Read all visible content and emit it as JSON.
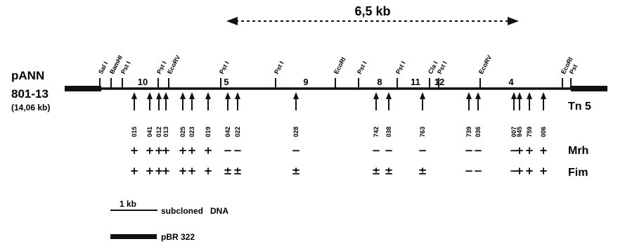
{
  "span": {
    "label": "6,5 kb"
  },
  "plasmid": {
    "name": "pANN",
    "strain": "801-13",
    "size": "(14,06 kb)"
  },
  "sites": [
    {
      "label": "SalI",
      "shown": "Sal I"
    },
    {
      "label": "BamHI",
      "shown": "BamHI"
    },
    {
      "label": "PstI",
      "shown": "Pst I"
    },
    {
      "label": "PstI",
      "shown": "Pst I"
    },
    {
      "label": "EcoRV",
      "shown": "EcoRV"
    },
    {
      "label": "PstI",
      "shown": "Pst I"
    },
    {
      "label": "PstI",
      "shown": "Pst I"
    },
    {
      "label": "EcoRI",
      "shown": "EcoRI"
    },
    {
      "label": "PstI",
      "shown": "Pst I"
    },
    {
      "label": "PstI",
      "shown": "Pst I"
    },
    {
      "label": "ClaI",
      "shown": "Cla I"
    },
    {
      "label": "PstI",
      "shown": "Pst I"
    },
    {
      "label": "EcoRV",
      "shown": "EcoRV"
    },
    {
      "label": "EcoRI",
      "shown": "EcoRI"
    },
    {
      "label": "PstI",
      "shown": "Pst"
    }
  ],
  "fragments": [
    "10",
    "5",
    "9",
    "8",
    "11",
    "12",
    "4"
  ],
  "insertions": [
    {
      "id": "015",
      "mrh": "+",
      "fim": "+"
    },
    {
      "id": "041",
      "mrh": "+",
      "fim": "+"
    },
    {
      "id": "012",
      "mrh": "+",
      "fim": "+"
    },
    {
      "id": "013",
      "mrh": "+",
      "fim": "+"
    },
    {
      "id": "025",
      "mrh": "+",
      "fim": "+"
    },
    {
      "id": "023",
      "mrh": "+",
      "fim": "+"
    },
    {
      "id": "019",
      "mrh": "+",
      "fim": "+"
    },
    {
      "id": "042",
      "mrh": "−",
      "fim": "±"
    },
    {
      "id": "022",
      "mrh": "−",
      "fim": "±"
    },
    {
      "id": "028",
      "mrh": "−",
      "fim": "±"
    },
    {
      "id": "742",
      "mrh": "−",
      "fim": "±"
    },
    {
      "id": "038",
      "mrh": "−",
      "fim": "±"
    },
    {
      "id": "763",
      "mrh": "−",
      "fim": "±"
    },
    {
      "id": "739",
      "mrh": "−",
      "fim": "−"
    },
    {
      "id": "036",
      "mrh": "−",
      "fim": "−"
    },
    {
      "id": "007",
      "mrh": "−",
      "fim": "−"
    },
    {
      "id": "945",
      "mrh": "+",
      "fim": "+"
    },
    {
      "id": "759",
      "mrh": "+",
      "fim": "+"
    },
    {
      "id": "006",
      "mrh": "+",
      "fim": "+"
    }
  ],
  "rows": {
    "tn5": "Tn 5",
    "mrh": "Mrh",
    "fim": "Fim"
  },
  "legend": {
    "scale": "1 kb",
    "subcloned": "subcloned   DNA",
    "vector": "pBR 322"
  }
}
